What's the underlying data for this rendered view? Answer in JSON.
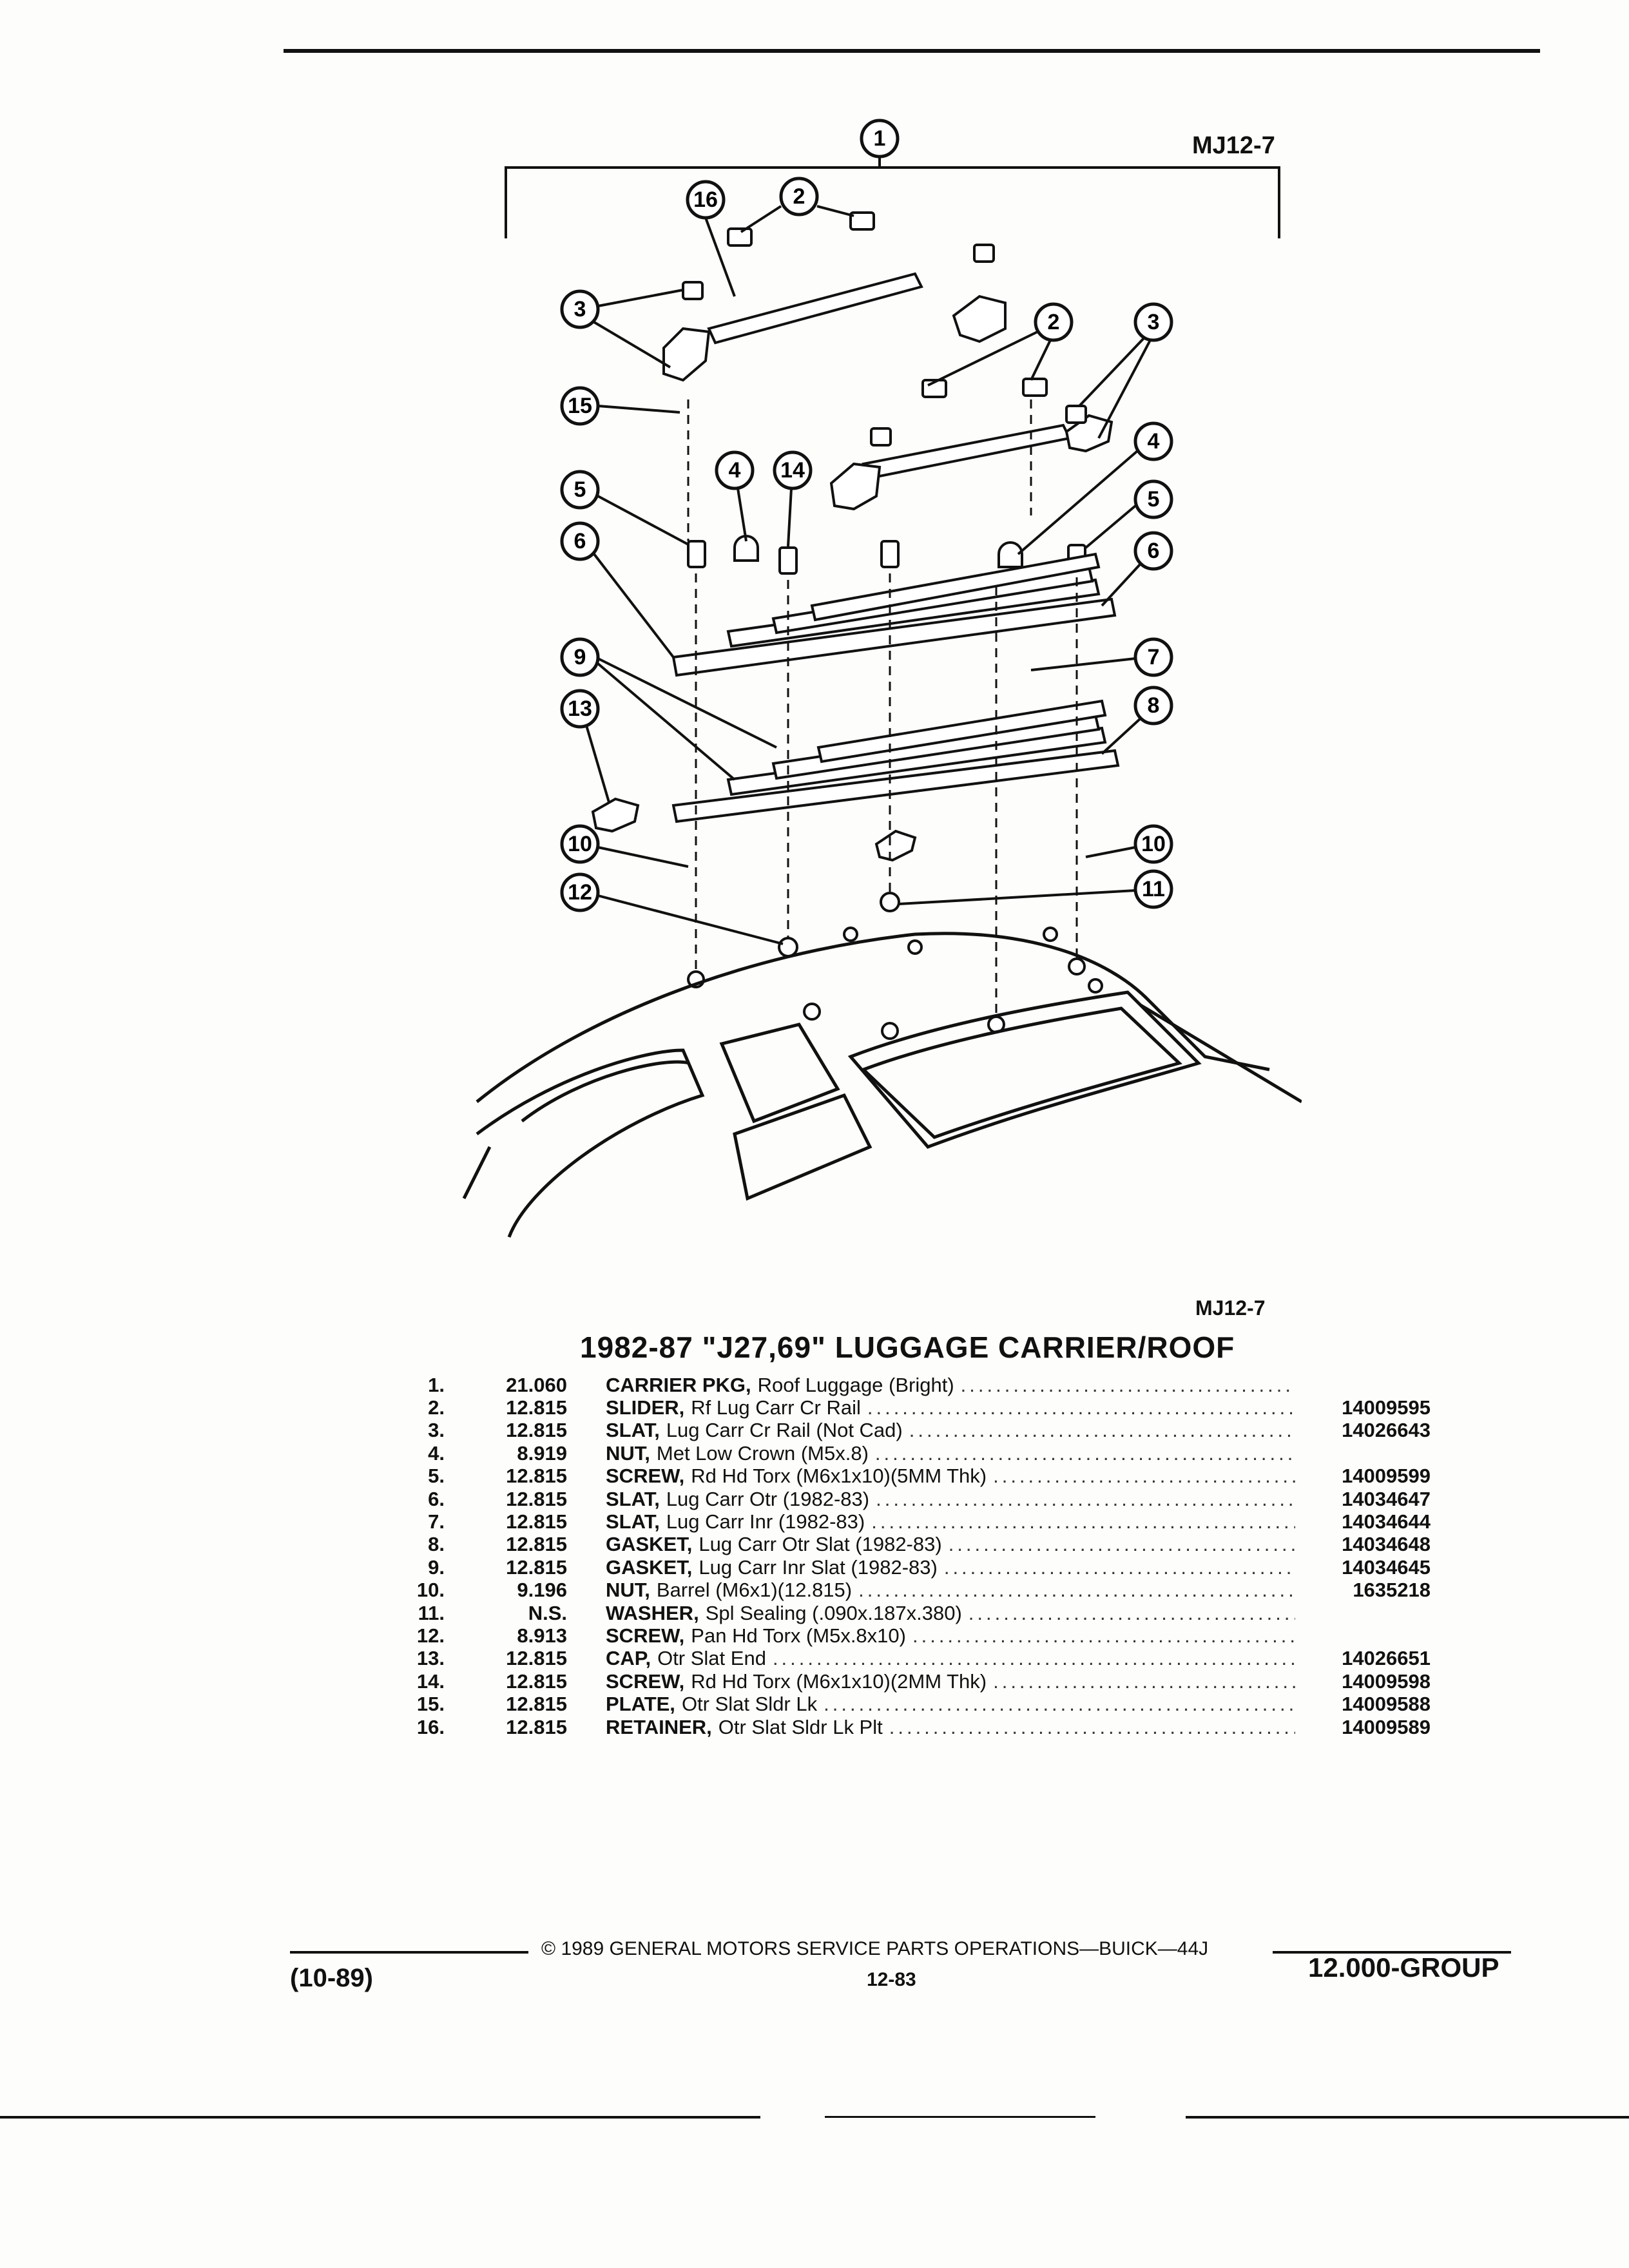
{
  "header": {
    "diagram_code": "MJ12-7"
  },
  "diagram": {
    "callouts": [
      "1",
      "16",
      "2",
      "3",
      "15",
      "2",
      "3",
      "4",
      "5",
      "6",
      "4",
      "14",
      "5",
      "6",
      "7",
      "9",
      "8",
      "13",
      "10",
      "12",
      "10",
      "11"
    ],
    "caption": "MJ12-7"
  },
  "section_title": "1982-87 \"J27,69\" LUGGAGE CARRIER/ROOF",
  "parts": [
    {
      "num": "1.",
      "group": "21.060",
      "name": "CARRIER PKG,",
      "desc": "Roof Luggage (Bright)",
      "part": ""
    },
    {
      "num": "2.",
      "group": "12.815",
      "name": "SLIDER,",
      "desc": "Rf Lug Carr Cr Rail",
      "part": "14009595"
    },
    {
      "num": "3.",
      "group": "12.815",
      "name": "SLAT,",
      "desc": "Lug Carr Cr Rail (Not Cad)",
      "part": "14026643"
    },
    {
      "num": "4.",
      "group": "8.919",
      "name": "NUT,",
      "desc": "Met Low Crown (M5x.8)",
      "part": ""
    },
    {
      "num": "5.",
      "group": "12.815",
      "name": "SCREW,",
      "desc": "Rd Hd Torx (M6x1x10)(5MM Thk)",
      "part": "14009599"
    },
    {
      "num": "6.",
      "group": "12.815",
      "name": "SLAT,",
      "desc": "Lug Carr Otr (1982-83)",
      "part": "14034647"
    },
    {
      "num": "7.",
      "group": "12.815",
      "name": "SLAT,",
      "desc": "Lug Carr Inr (1982-83)",
      "part": "14034644"
    },
    {
      "num": "8.",
      "group": "12.815",
      "name": "GASKET,",
      "desc": "Lug Carr Otr Slat (1982-83)",
      "part": "14034648"
    },
    {
      "num": "9.",
      "group": "12.815",
      "name": "GASKET,",
      "desc": "Lug Carr Inr Slat (1982-83)",
      "part": "14034645"
    },
    {
      "num": "10.",
      "group": "9.196",
      "name": "NUT,",
      "desc": "Barrel (M6x1)(12.815)",
      "part": "1635218"
    },
    {
      "num": "11.",
      "group": "N.S.",
      "name": "WASHER,",
      "desc": "Spl Sealing (.090x.187x.380)",
      "part": ""
    },
    {
      "num": "12.",
      "group": "8.913",
      "name": "SCREW,",
      "desc": "Pan Hd Torx (M5x.8x10)",
      "part": ""
    },
    {
      "num": "13.",
      "group": "12.815",
      "name": "CAP,",
      "desc": "Otr Slat End",
      "part": "14026651"
    },
    {
      "num": "14.",
      "group": "12.815",
      "name": "SCREW,",
      "desc": "Rd Hd Torx (M6x1x10)(2MM Thk)",
      "part": "14009598"
    },
    {
      "num": "15.",
      "group": "12.815",
      "name": "PLATE,",
      "desc": "Otr Slat Sldr Lk",
      "part": "14009588"
    },
    {
      "num": "16.",
      "group": "12.815",
      "name": "RETAINER,",
      "desc": "Otr Slat Sldr Lk Plt",
      "part": "14009589"
    }
  ],
  "footer": {
    "copyright": "© 1989 GENERAL MOTORS SERVICE PARTS OPERATIONS—BUICK—44J",
    "date": "(10-89)",
    "page": "12-83",
    "group": "12.000-GROUP"
  }
}
